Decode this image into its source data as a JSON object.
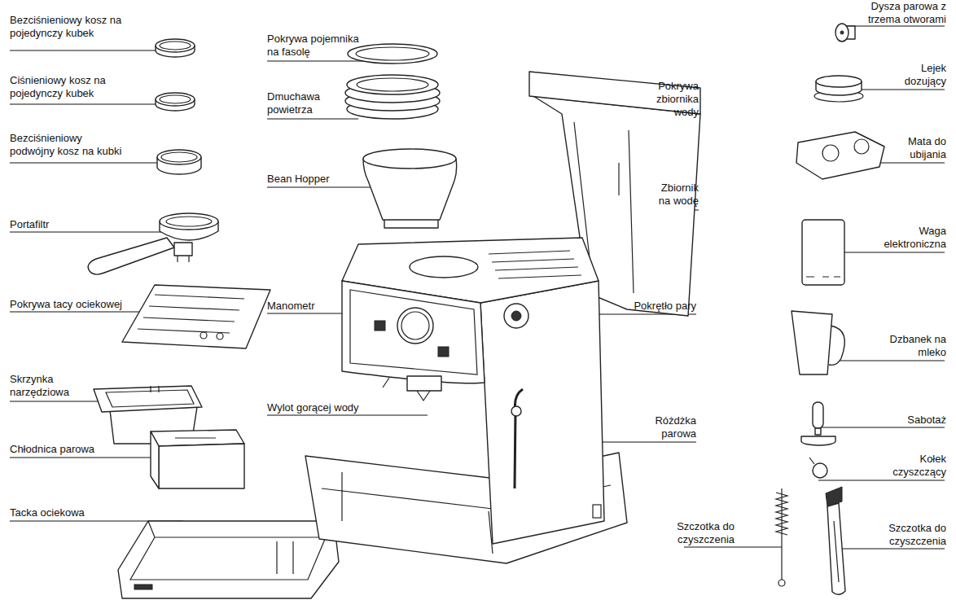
{
  "diagram": {
    "labels": [
      "Bezciśnieniowy kosz na pojedynczy kubek",
      "Ciśnieniowy kosz na pojedynczy kubek",
      "Bezciśnieniowy podwójny kosz na kubki",
      "Portafiltr",
      "Pokrywa tacy ociekowej",
      "Skrzynka narzędziowa",
      "Chłodnica parowa",
      "Tacka ociekowa",
      "Pokrywa pojemnika na fasolę",
      "Dmuchawa powietrza",
      "Bean Hopper",
      "Manometr",
      "Wylot gorącej wody",
      "Pokrętło pary",
      "Różdżka parowa",
      "Pokrywa zbiornika wody",
      "Zbiornik na wodę",
      "Dysza parowa z trzema otworami",
      "Lejek dozujący",
      "Mata do ubijania",
      "Waga elektroniczna",
      "Dzbanek na mleko",
      "Sabotaż",
      "Kołek czyszczący",
      "Szczotka do czyszczenia",
      "Szczotka do czyszczenia"
    ]
  }
}
